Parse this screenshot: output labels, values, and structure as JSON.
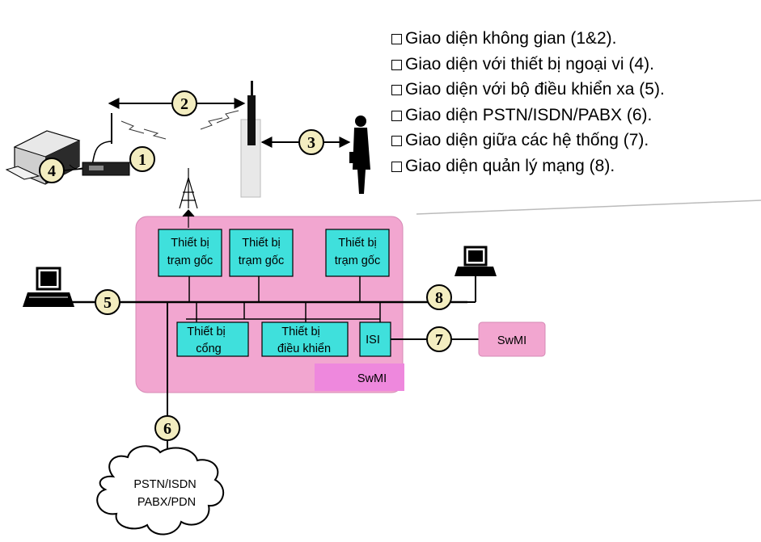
{
  "legend": {
    "items": [
      "Giao diện không gian (1&2).",
      "Giao diện với thiết bị ngoại vi (4).",
      "Giao diện với bộ điều khiển xa (5).",
      "Giao diện PSTN/ISDN/PABX (6).",
      "Giao diện giữa các hệ thống (7).",
      "Giao diện quản lý mạng (8)."
    ]
  },
  "swmi": {
    "base_station_1": [
      "Thiết bị",
      "trạm gốc"
    ],
    "base_station_2": [
      "Thiết bị",
      "trạm gốc"
    ],
    "base_station_3": [
      "Thiết bị",
      "trạm gốc"
    ],
    "gateway": [
      "Thiết bị",
      "cổng"
    ],
    "controller": [
      "Thiết bị",
      "điều khiển"
    ],
    "isi": "ISI",
    "label": "SwMI"
  },
  "external_swmi": "SwMI",
  "cloud": [
    "PSTN/ISDN",
    "PABX/PDN"
  ],
  "interfaces": {
    "i1": "1",
    "i2": "2",
    "i3": "3",
    "i4": "4",
    "i5": "5",
    "i6": "6",
    "i7": "7",
    "i8": "8"
  },
  "colors": {
    "swmi_fill": "#f2a6d0",
    "box_fill": "#3fe0dc",
    "swmi_label_fill": "#ee88dd",
    "circle_fill": "#f3edc0"
  }
}
